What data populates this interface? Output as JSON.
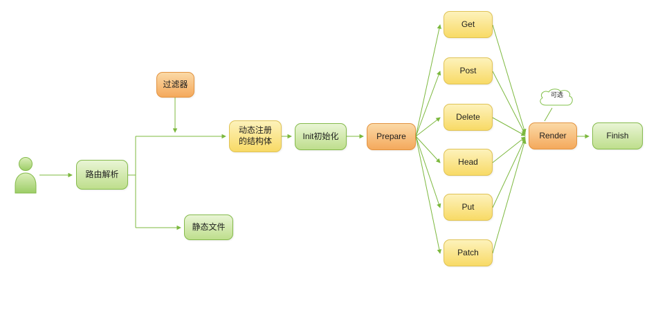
{
  "diagram": {
    "background": "#ffffff",
    "connector_color": "#7cb83e",
    "palette": {
      "green_fill_top": "#e9f5d5",
      "green_fill_bottom": "#bede8c",
      "green_border": "#84ba4b",
      "orange_fill_top": "#fbd9a6",
      "orange_fill_bottom": "#f4a95c",
      "orange_border": "#e2923f",
      "yellow_fill_top": "#fdf2bb",
      "yellow_fill_bottom": "#f8da66",
      "yellow_border": "#dfc254"
    },
    "nodes": {
      "actor": {
        "icon": "person-icon"
      },
      "route": {
        "label": "路由解析",
        "color": "green"
      },
      "filter": {
        "label": "过滤器",
        "color": "orange"
      },
      "static": {
        "label": "静态文件",
        "color": "green"
      },
      "struct": {
        "label": "动态注册\n的结构体",
        "color": "yellow"
      },
      "init": {
        "label": "Init初始化",
        "color": "green"
      },
      "prepare": {
        "label": "Prepare",
        "color": "orange"
      },
      "methods": [
        {
          "label": "Get"
        },
        {
          "label": "Post"
        },
        {
          "label": "Delete"
        },
        {
          "label": "Head"
        },
        {
          "label": "Put"
        },
        {
          "label": "Patch"
        }
      ],
      "render": {
        "label": "Render",
        "color": "orange"
      },
      "finish": {
        "label": "Finish",
        "color": "green"
      },
      "annotation": {
        "label": "可选",
        "shape": "cloud"
      }
    }
  }
}
